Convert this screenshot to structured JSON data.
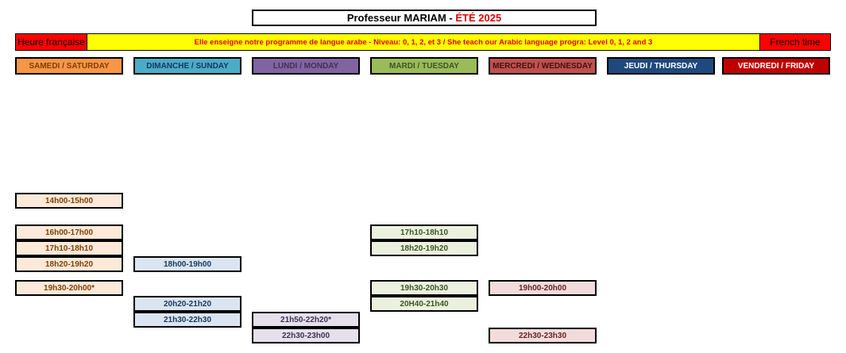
{
  "header": {
    "title_prefix": "Professeur MARIAM - ",
    "title_season": "ÉTÉ 2025"
  },
  "banner": {
    "left_label": "Heure française",
    "center_text": "Elle enseigne notre programme de langue arabe - Niveau: 0, 1, 2, et 3 / She teach our Arabic language progra: Level 0, 1, 2 and 3",
    "right_label": "French time"
  },
  "colors": {
    "saturday": "#f79646",
    "sunday": "#4bacc6",
    "monday": "#8064a2",
    "tuesday": "#9bbb59",
    "wednesday": "#c0504d",
    "thursday": "#1f497d",
    "friday": "#c00000",
    "banner_bg": "#ffff00",
    "banner_side_bg": "#ff0000"
  },
  "days": [
    {
      "label": "SAMEDI / SATURDAY"
    },
    {
      "label": "DIMANCHE / SUNDAY"
    },
    {
      "label": "LUNDI / MONDAY"
    },
    {
      "label": "MARDI / TUESDAY"
    },
    {
      "label": "MERCREDI / WEDNESDAY"
    },
    {
      "label": "JEUDI / THURSDAY"
    },
    {
      "label": "VENDREDI / FRIDAY"
    }
  ],
  "slots": {
    "saturday": [
      "14h00-15h00",
      "16h00-17h00",
      "17h10-18h10",
      "18h20-19h20",
      "19h30-20h00*"
    ],
    "sunday": [
      "18h00-19h00",
      "20h20-21h20",
      "21h30-22h30"
    ],
    "monday": [
      "21h50-22h20*",
      "22h30-23h00"
    ],
    "tuesday": [
      "17h10-18h10",
      "18h20-19h20",
      "19h30-20h30",
      "20H40-21h40"
    ],
    "wednesday": [
      "19h00-20h00",
      "22h30-23h30"
    ]
  }
}
